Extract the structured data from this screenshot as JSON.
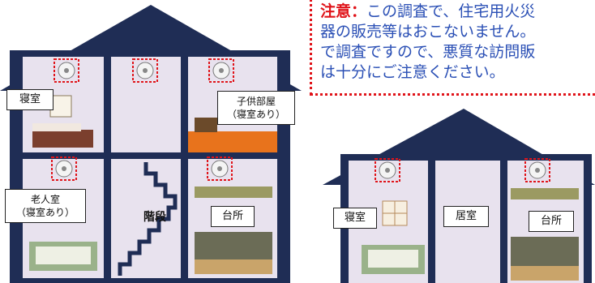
{
  "notice": {
    "heading": "注意：",
    "lines": [
      "この調査で、住宅用火災",
      "器の販売等はおこないません。",
      "で調査ですので、悪質な訪問販",
      "は十分にご注意ください。"
    ]
  },
  "house_left": {
    "rooms": {
      "bedroom": "寝室",
      "kids_room_line1": "子供部屋",
      "kids_room_line2": "（寝室あり）",
      "elderly_room_line1": "老人室",
      "elderly_room_line2": "（寝室あり）",
      "stairs": "階段",
      "kitchen": "台所"
    }
  },
  "house_right": {
    "rooms": {
      "bedroom": "寝室",
      "living": "居室",
      "kitchen": "台所"
    }
  },
  "colors": {
    "roof": "#1f2d55",
    "wall": "#1f2d55",
    "room": "#e8e2ee",
    "detector_box": "#e0141a",
    "notice_text": "#2a4fb5",
    "notice_heading": "#e0141a"
  },
  "icons": [
    "smoke-detector-icon",
    "bed-icon",
    "stairs-icon",
    "kitchen-counter-icon",
    "window-icon"
  ]
}
